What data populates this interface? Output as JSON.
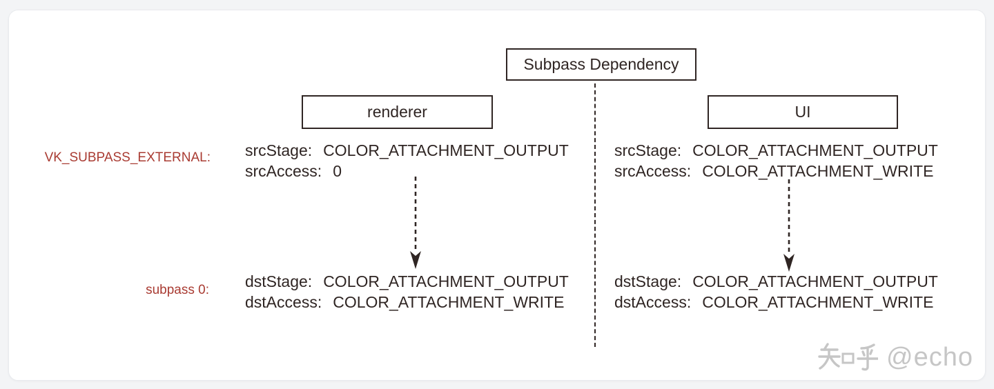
{
  "page": {
    "background_color": "#f3f4f6",
    "card_background_color": "#ffffff"
  },
  "colors": {
    "ink": "#2f2523",
    "label_red": "#a93b32",
    "watermark_gray": "#c6c6c6"
  },
  "diagram": {
    "title": "Subpass Dependency",
    "row_labels": [
      {
        "label": "VK_SUBPASS_EXTERNAL:"
      },
      {
        "label": "subpass 0:"
      }
    ],
    "columns": [
      {
        "header": "renderer",
        "src": [
          {
            "label": "srcStage:",
            "value": "COLOR_ATTACHMENT_OUTPUT"
          },
          {
            "label": "srcAccess:",
            "value": "0"
          }
        ],
        "dst": [
          {
            "label": "dstStage:",
            "value": "COLOR_ATTACHMENT_OUTPUT"
          },
          {
            "label": "dstAccess:",
            "value": "COLOR_ATTACHMENT_WRITE"
          }
        ]
      },
      {
        "header": "UI",
        "src": [
          {
            "label": "srcStage:",
            "value": "COLOR_ATTACHMENT_OUTPUT"
          },
          {
            "label": "srcAccess:",
            "value": "COLOR_ATTACHMENT_WRITE"
          }
        ],
        "dst": [
          {
            "label": "dstStage:",
            "value": "COLOR_ATTACHMENT_OUTPUT"
          },
          {
            "label": "dstAccess:",
            "value": "COLOR_ATTACHMENT_WRITE"
          }
        ]
      }
    ]
  },
  "watermark": {
    "text": "知乎 @echo",
    "brand": "知乎",
    "handle": "@echo"
  }
}
